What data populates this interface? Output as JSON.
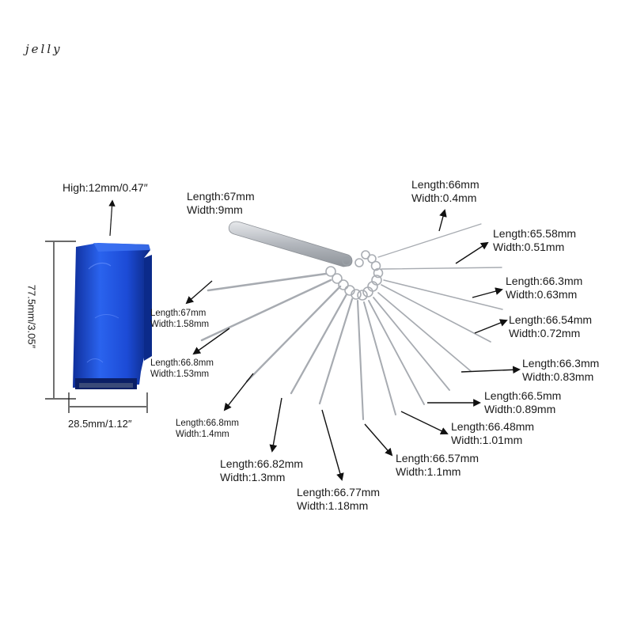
{
  "brand": "jelly",
  "holder": {
    "high_label": "High:12mm/0.47″",
    "height_label": "77.5mm/3.05″",
    "width_label": "28.5mm/1.12″"
  },
  "needles": [
    {
      "length": "Length:67mm",
      "width": "Width:9mm"
    },
    {
      "length": "Length:67mm",
      "width": "Width:1.58mm"
    },
    {
      "length": "Length:66.8mm",
      "width": "Width:1.53mm"
    },
    {
      "length": "Length:66.8mm",
      "width": "Width:1.4mm"
    },
    {
      "length": "Length:66.82mm",
      "width": "Width:1.3mm"
    },
    {
      "length": "Length:66.77mm",
      "width": "Width:1.18mm"
    },
    {
      "length": "Length:66.57mm",
      "width": "Width:1.1mm"
    },
    {
      "length": "Length:66.48mm",
      "width": "Width:1.01mm"
    },
    {
      "length": "Length:66.5mm",
      "width": "Width:0.89mm"
    },
    {
      "length": "Length:66.3mm",
      "width": "Width:0.83mm"
    },
    {
      "length": "Length:66.54mm",
      "width": "Width:0.72mm"
    },
    {
      "length": "Length:66.3mm",
      "width": "Width:0.63mm"
    },
    {
      "length": "Length:65.58mm",
      "width": "Width:0.51mm"
    },
    {
      "length": "Length:66mm",
      "width": "Width:0.4mm"
    }
  ],
  "colors": {
    "holder_blue": "#1e4fd8",
    "holder_dark": "#0d2a86",
    "steel": "#b8bcc2",
    "arrow": "#111111"
  }
}
